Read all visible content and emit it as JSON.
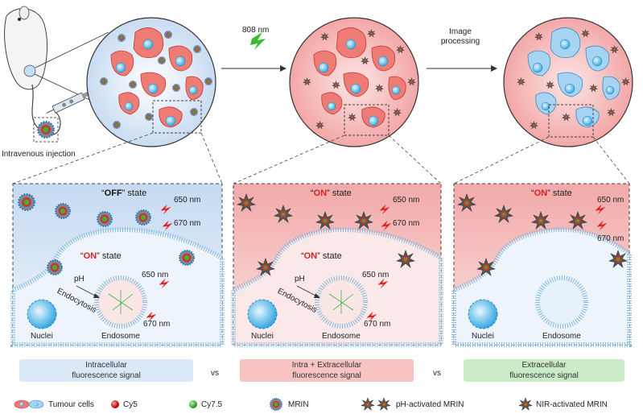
{
  "top": {
    "injection_label": "Intravenous injection",
    "step1_label": "808 nm",
    "step2_label_line1": "Image",
    "step2_label_line2": "processing"
  },
  "panels": [
    {
      "state_top_word": "OFF",
      "state_top_suffix": " state",
      "wl_650": "650 nm",
      "wl_670": "670 nm",
      "state_inner_word": "ON",
      "state_inner_suffix": " state",
      "inner_650": "650 nm",
      "inner_670": "670 nm",
      "ph": "pH",
      "endocytosis": "Endocytosis",
      "nuclei": "Nuclei",
      "endosome": "Endosome"
    },
    {
      "state_top_word": "ON",
      "state_top_suffix": " state",
      "wl_650": "650 nm",
      "wl_670": "670 nm",
      "state_inner_word": "ON",
      "state_inner_suffix": " state",
      "inner_650": "650 nm",
      "inner_670": "670 nm",
      "ph": "pH",
      "endocytosis": "Endocytosis",
      "nuclei": "Nuclei",
      "endosome": "Endosome"
    },
    {
      "state_top_word": "ON",
      "state_top_suffix": " state",
      "wl_650": "650 nm",
      "wl_670": "670 nm",
      "nuclei": "Nuclei",
      "endosome": "Endosome"
    }
  ],
  "signals": {
    "box1_line1": "Intracellular",
    "box1_line2": "fluorescence signal",
    "box2_line1": "Intra + Extracellular",
    "box2_line2": "fluorescence signal",
    "box3_line1": "Extracellular",
    "box3_line2": "fluorescence signal",
    "vs": "vs"
  },
  "legend": {
    "tumour": "Tumour cells",
    "cy5": "Cy5",
    "cy75": "Cy7.5",
    "mrin": "MRIN",
    "ph_mrin": "pH-activated MRIN",
    "nir_mrin": "NIR-activated MRIN"
  },
  "colors": {
    "blue_panel": "#dbe8f7",
    "red_panel": "#f7c3c3",
    "green_box": "#c9ebc6",
    "cell_red": "#ee7b74",
    "cell_blue": "#a6d4f2",
    "accent_red": "#e02020",
    "laser_green": "#3dbb30"
  }
}
